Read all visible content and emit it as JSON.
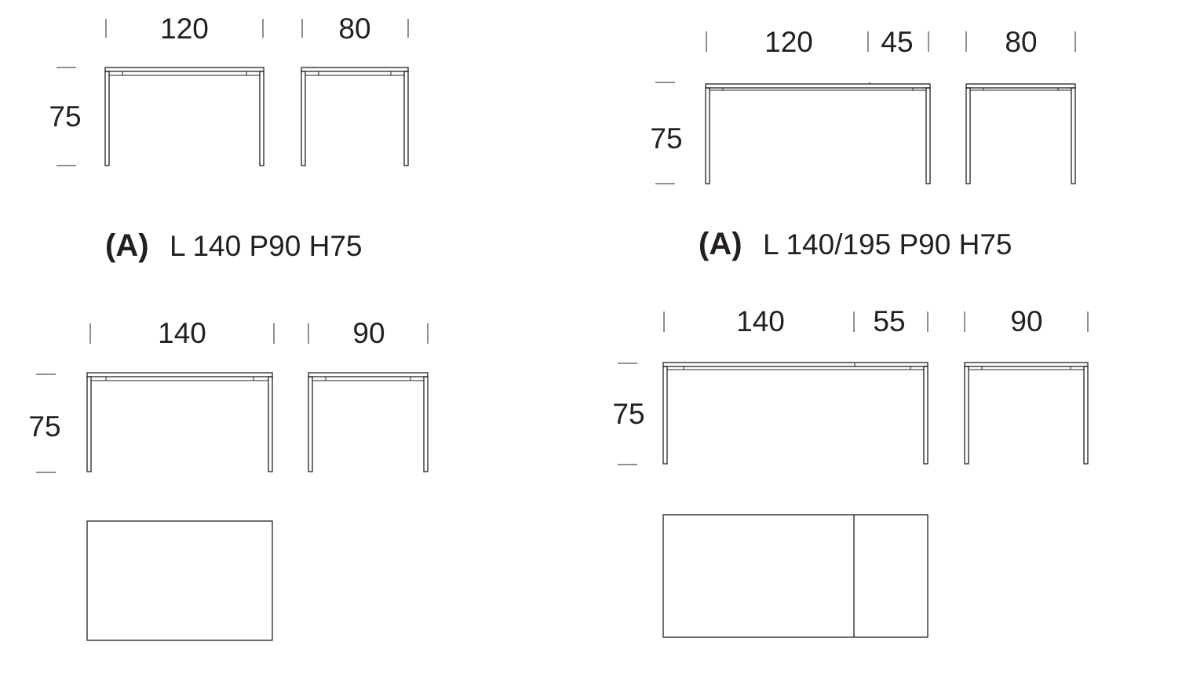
{
  "drawings": [
    {
      "id": "fixed-120",
      "width_labels": [
        "120",
        "80"
      ],
      "height_label": "75",
      "caption": {
        "code": "(A)",
        "text": "L 140 P90 H75"
      }
    },
    {
      "id": "extending-120",
      "width_labels": [
        "120",
        "45",
        "80"
      ],
      "height_label": "75",
      "caption": {
        "code": "(A)",
        "text": "L 140/195 P90 H75"
      }
    },
    {
      "id": "fixed-140",
      "width_labels": [
        "140",
        "90"
      ],
      "height_label": "75"
    },
    {
      "id": "extending-140",
      "width_labels": [
        "140",
        "55",
        "90"
      ],
      "height_label": "75"
    }
  ]
}
